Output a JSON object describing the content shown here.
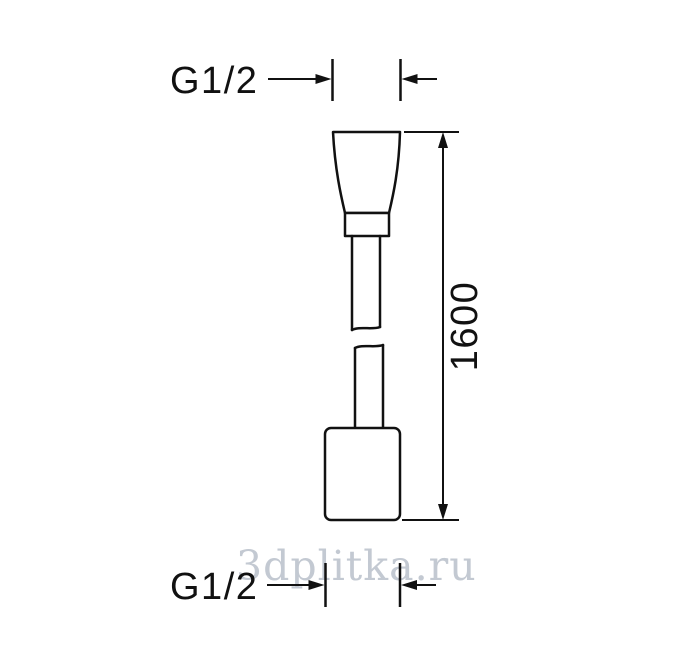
{
  "drawing": {
    "colors": {
      "line": "#111111",
      "background": "#ffffff",
      "watermark": "#c3c9d2"
    }
  },
  "dimensions": {
    "top_thread": {
      "label": "G1/2"
    },
    "length": {
      "label": "1600"
    },
    "bottom_thread": {
      "label": "G1/2"
    }
  },
  "watermark": {
    "text": "3dplitka.ru"
  }
}
